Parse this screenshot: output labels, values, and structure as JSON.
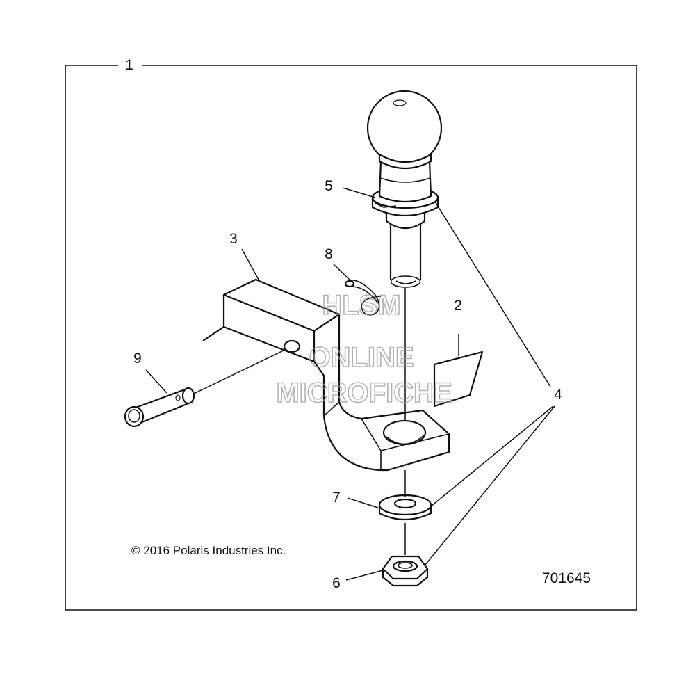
{
  "callouts": {
    "c1": "1",
    "c2": "2",
    "c3": "3",
    "c4": "4",
    "c5": "5",
    "c6": "6",
    "c7": "7",
    "c8": "8",
    "c9": "9"
  },
  "copyright": "© 2016 Polaris Industries Inc.",
  "drawing_number": "701645",
  "watermark": {
    "line1": "HLSM",
    "line2": "ONLINE",
    "line3": "MICROFICHE"
  },
  "colors": {
    "ink": "#111111",
    "watermark": "#9a9a9a",
    "background": "#ffffff"
  }
}
